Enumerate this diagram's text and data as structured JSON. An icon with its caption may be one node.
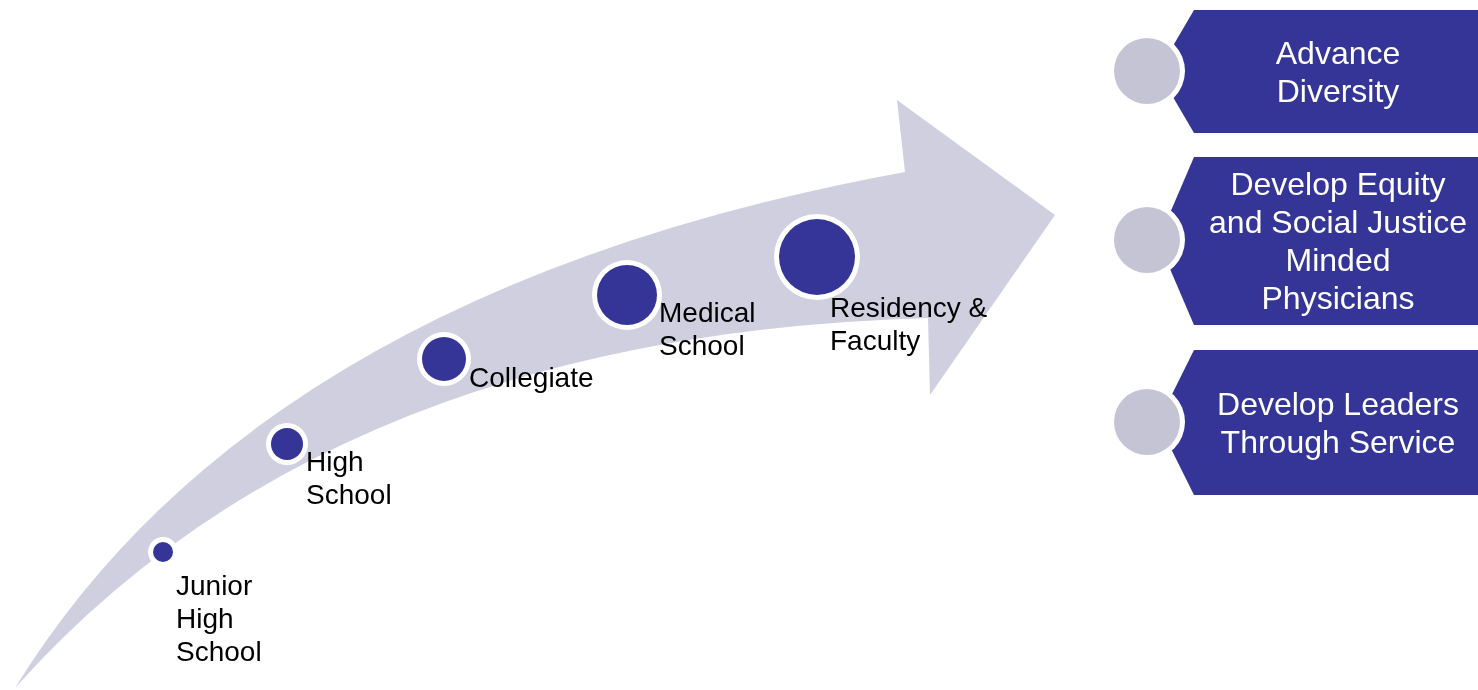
{
  "diagram": {
    "nodes": [
      {
        "text": [],
        "shape": "circle",
        "beside": [
          "Junior High School"
        ]
      },
      {
        "text": [],
        "shape": "circle",
        "beside": [
          "High School"
        ]
      },
      {
        "text": [],
        "shape": "circle",
        "beside": [
          "Collegiate"
        ]
      },
      {
        "text": [],
        "shape": "circle",
        "beside": [
          "Medical School"
        ]
      },
      {
        "text": [],
        "shape": "circle",
        "beside": [
          "Residency & Faculty"
        ]
      },
      {
        "text": [],
        "shape": "circle"
      },
      {
        "text": [
          "Advance Diversity"
        ]
      },
      {
        "text": [],
        "shape": "circle"
      },
      {
        "text": [
          "Develop Equity and Social Justice Minded Physicians"
        ]
      },
      {
        "text": [],
        "shape": "circle"
      },
      {
        "text": [
          "Develop Leaders Through Service"
        ]
      }
    ]
  }
}
